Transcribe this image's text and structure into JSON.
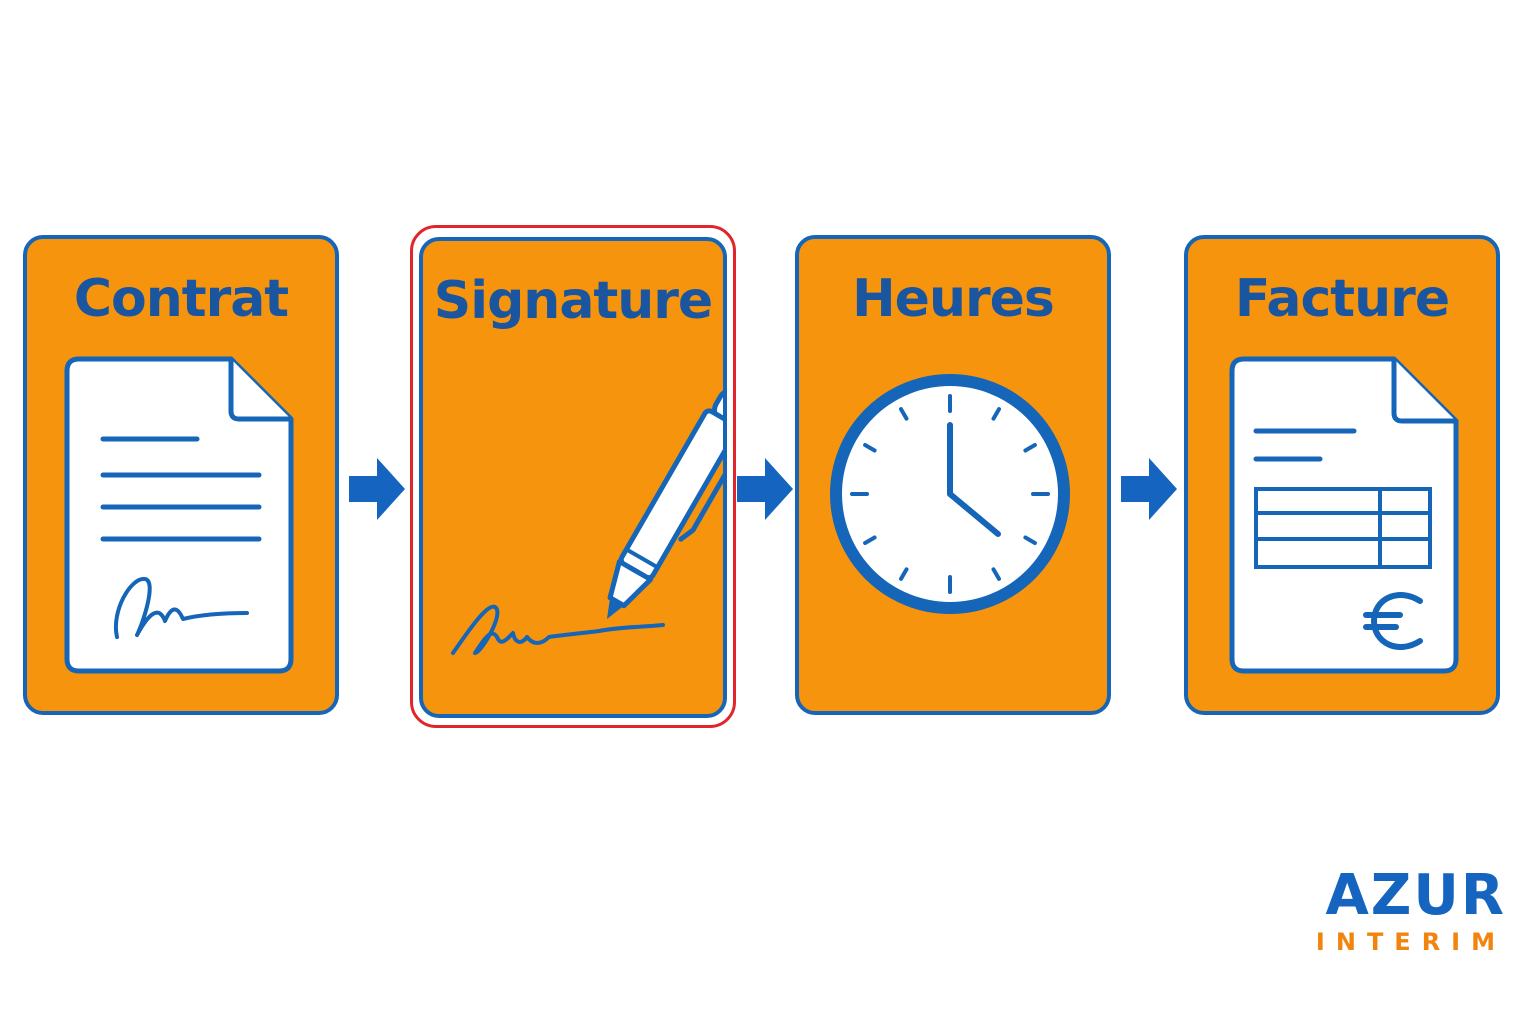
{
  "steps": [
    {
      "title": "Contrat",
      "icon": "contract-document-icon"
    },
    {
      "title": "Signature",
      "icon": "pen-signature-icon"
    },
    {
      "title": "Heures",
      "icon": "clock-icon"
    },
    {
      "title": "Facture",
      "icon": "invoice-euro-icon"
    }
  ],
  "highlighted_step": "Signature",
  "logo": {
    "brand": "AZUR",
    "tagline": "INTERIM"
  },
  "colors": {
    "card_fill": "#f7940d",
    "primary_blue": "#1565b8",
    "highlight_red": "#e0262a",
    "logo_blue": "#1565c0",
    "logo_orange": "#f0840e"
  }
}
